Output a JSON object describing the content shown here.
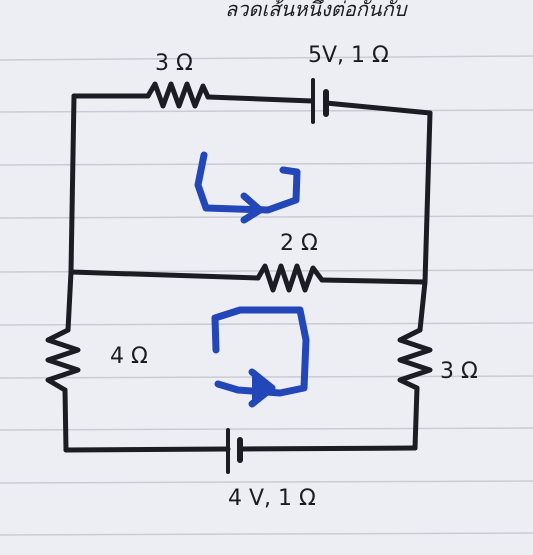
{
  "header_scribble": "ลวดเส้นหนึ่งต่อกันกับ",
  "resistor_top": "3 Ω",
  "battery_top": "5V, 1 Ω",
  "resistor_middle": "2 Ω",
  "resistor_left": "4 Ω",
  "resistor_right": "3 Ω",
  "battery_bottom": "4 V, 1 Ω",
  "colors": {
    "paper": "#eceef3",
    "rule_line": "#c9ccd6",
    "wire": "#1c1c24",
    "loop_arrow": "#2346b8"
  }
}
